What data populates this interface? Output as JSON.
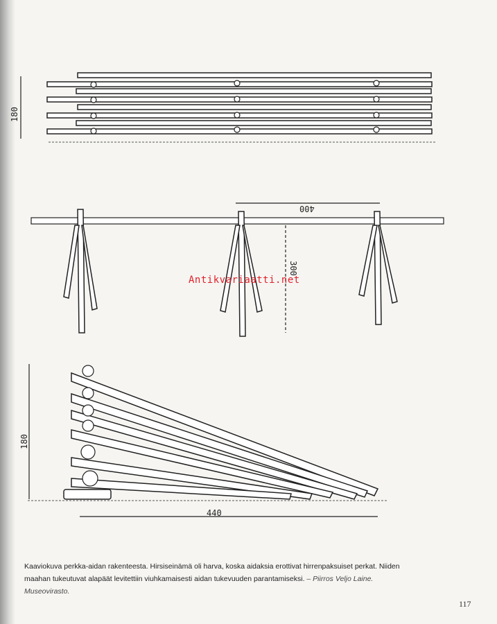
{
  "figure": {
    "elevation": {
      "height_label": "180"
    },
    "plan": {
      "spacing_label": "400",
      "height_label": "300"
    },
    "section": {
      "height_label": "180",
      "width_label": "440"
    }
  },
  "watermark": "Antikvariaatti.net",
  "caption": {
    "text": "Kaaviokuva perkka-aidan rakenteesta. Hirsiseinämä oli harva, koska aidaksia erottivat hirrenpaksuiset perkat. Niiden maahan tukeutuvat alapäät levitettiin viuhkamaisesti aidan tukevuuden parantamiseksi.",
    "credit": "– Piirros Veljo Laine. Museovirasto."
  },
  "page_number": "117"
}
